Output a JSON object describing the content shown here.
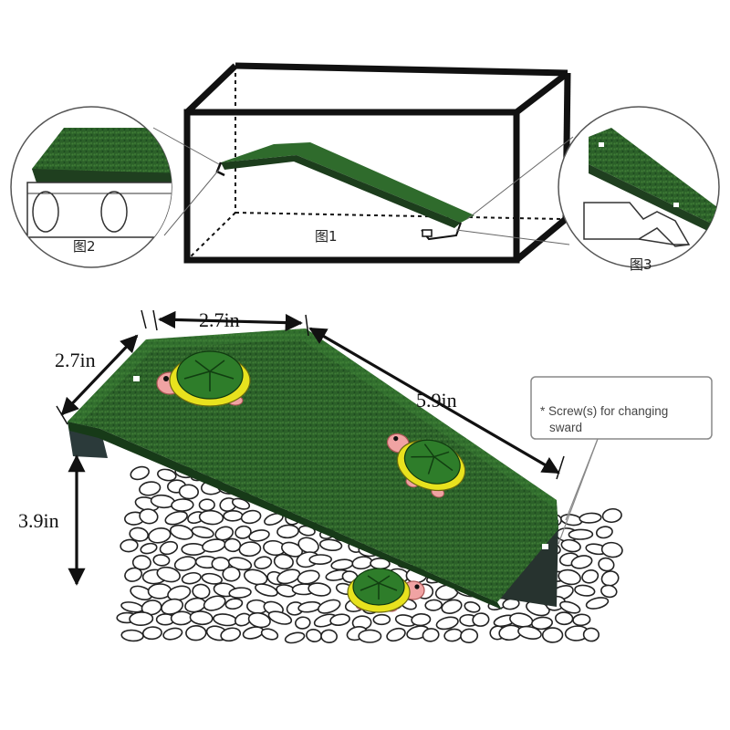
{
  "figures": {
    "fig1_label": "图1",
    "fig2_label": "图2",
    "fig3_label": "图3"
  },
  "dimensions": {
    "top_width": "2.7in",
    "side_width": "2.7in",
    "length": "5.9in",
    "height": "3.9in"
  },
  "callout": {
    "line1": "* Screw(s) for changing",
    "line2": "sward"
  },
  "colors": {
    "turf_dark": "#1f4d22",
    "turf_mid": "#2f6b2c",
    "turf_light": "#4c8a3a",
    "metal": "#2b3a3a",
    "turtle_shell": "#2e7d2a",
    "turtle_rim": "#e8e21e",
    "turtle_skin": "#f0a3a3"
  },
  "icons": {
    "turtle": "turtle-icon",
    "arrow": "double-arrow-icon"
  }
}
